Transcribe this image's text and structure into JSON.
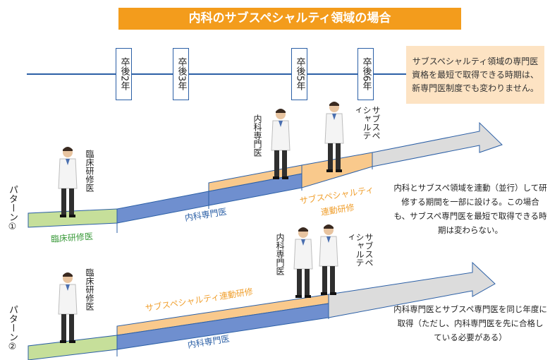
{
  "title": "内科のサブスペシャルティ領域の場合",
  "timeline": {
    "years": [
      {
        "label": "卒後2年"
      },
      {
        "label": "卒後3年"
      },
      {
        "label": "卒後5年"
      },
      {
        "label": "卒後6年"
      }
    ]
  },
  "note": "サブスペシャルティ領域の専門医資格を最短で取得できる時期は、新専門医制度でも変わりません。",
  "pattern1": {
    "label": "パターン①",
    "resident_label": "臨床研修医",
    "internal_label": "内科専門医",
    "sub_label": "サブスペシャルティ",
    "bar_resident": "臨床研修医",
    "bar_internal": "内科専門医",
    "bar_joint_line1": "サブスペシャルティ",
    "bar_joint_line2": "連動研修",
    "description": "内科とサブスペ領域を連動（並行）して研修する期間を一部に設ける。この場合も、サブスペ専門医を最短で取得できる時期は変わらない。"
  },
  "pattern2": {
    "label": "パターン②",
    "resident_label": "臨床研修医",
    "internal_label": "内科専門医",
    "sub_label": "サブスペシャルティ",
    "bar_joint": "サブスペシャルティ連動研修",
    "bar_internal": "内科専門医",
    "description": "内科専門医とサブスペ専門医を同じ年度に取得（ただし、内科専門医を先に合格している必要がある）"
  },
  "colors": {
    "title_bg": "#f39c1c",
    "note_bg": "#fde3c3",
    "resident_green": "#c6df9a",
    "internal_blue": "#6f8fcf",
    "joint_orange": "#f9c98c",
    "arrow_gray": "#dcdcdc",
    "outline_blue": "#2b5fa6"
  }
}
